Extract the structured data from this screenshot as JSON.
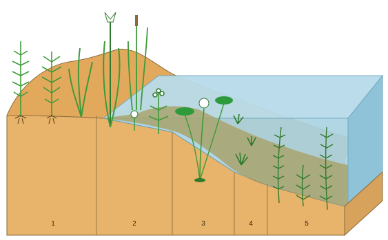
{
  "diagram": {
    "zones": [
      {
        "number": "1"
      },
      {
        "number": "2"
      },
      {
        "number": "3"
      },
      {
        "number": "4"
      },
      {
        "number": "5"
      }
    ],
    "colors": {
      "soil": "#e8b36a",
      "soil_top": "#e2a95c",
      "soil_dark": "#c99145",
      "water": "#a9d3e3",
      "water_edge": "#7fb6cc",
      "submerged_soil": "#a8a470",
      "plant": "#3f9a3a",
      "plant_dark": "#2f7a2c",
      "lily_pad": "#2f9a3c",
      "flower_white": "#ffffff"
    },
    "icons": [
      "reed-plant-icon",
      "iris-flower-icon",
      "water-lily-icon",
      "submerged-weed-icon"
    ]
  }
}
